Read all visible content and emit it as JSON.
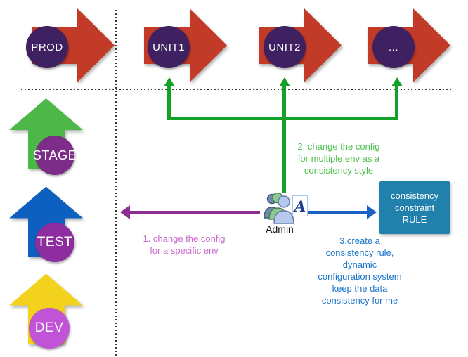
{
  "palette": {
    "red_arrow": "#c23b28",
    "dark_circle": "#3f2060",
    "stage_circle": "#7b2d87",
    "test_circle": "#8e2da0",
    "dev_circle": "#c053d6",
    "green_up_arrow": "#4db848",
    "blue_up_arrow": "#0d60c0",
    "yellow_up_arrow": "#f2d21d",
    "green_connector": "#12a228",
    "green_text": "#4cc24c",
    "purple_connector": "#8d2c92",
    "magenta_text": "#cb68cf",
    "blue_connector": "#1a63c4",
    "blue_text": "#1b74c9",
    "rule_box_bg": "#2180ac"
  },
  "top_row": {
    "items": [
      {
        "label": "PROD"
      },
      {
        "label": "UNIT1"
      },
      {
        "label": "UNIT2"
      },
      {
        "label": "..."
      }
    ]
  },
  "left_column": {
    "items": [
      {
        "label": "STAGE"
      },
      {
        "label": "TEST"
      },
      {
        "label": "DEV"
      }
    ]
  },
  "admin": {
    "label": "Admin",
    "badge": "A"
  },
  "rule_box": {
    "lines": [
      "consistency",
      "constraint",
      "RULE"
    ]
  },
  "annotations": {
    "step1": {
      "lines": [
        "1. change the config",
        "for a specific env"
      ]
    },
    "step2": {
      "lines": [
        "2. change the config",
        "for multiple env as a",
        "consistency style"
      ]
    },
    "step3": {
      "lines": [
        "3.create a",
        "consistency rule,",
        "dynamic",
        "configuration system",
        "keep the data",
        "consistency for me"
      ]
    }
  }
}
